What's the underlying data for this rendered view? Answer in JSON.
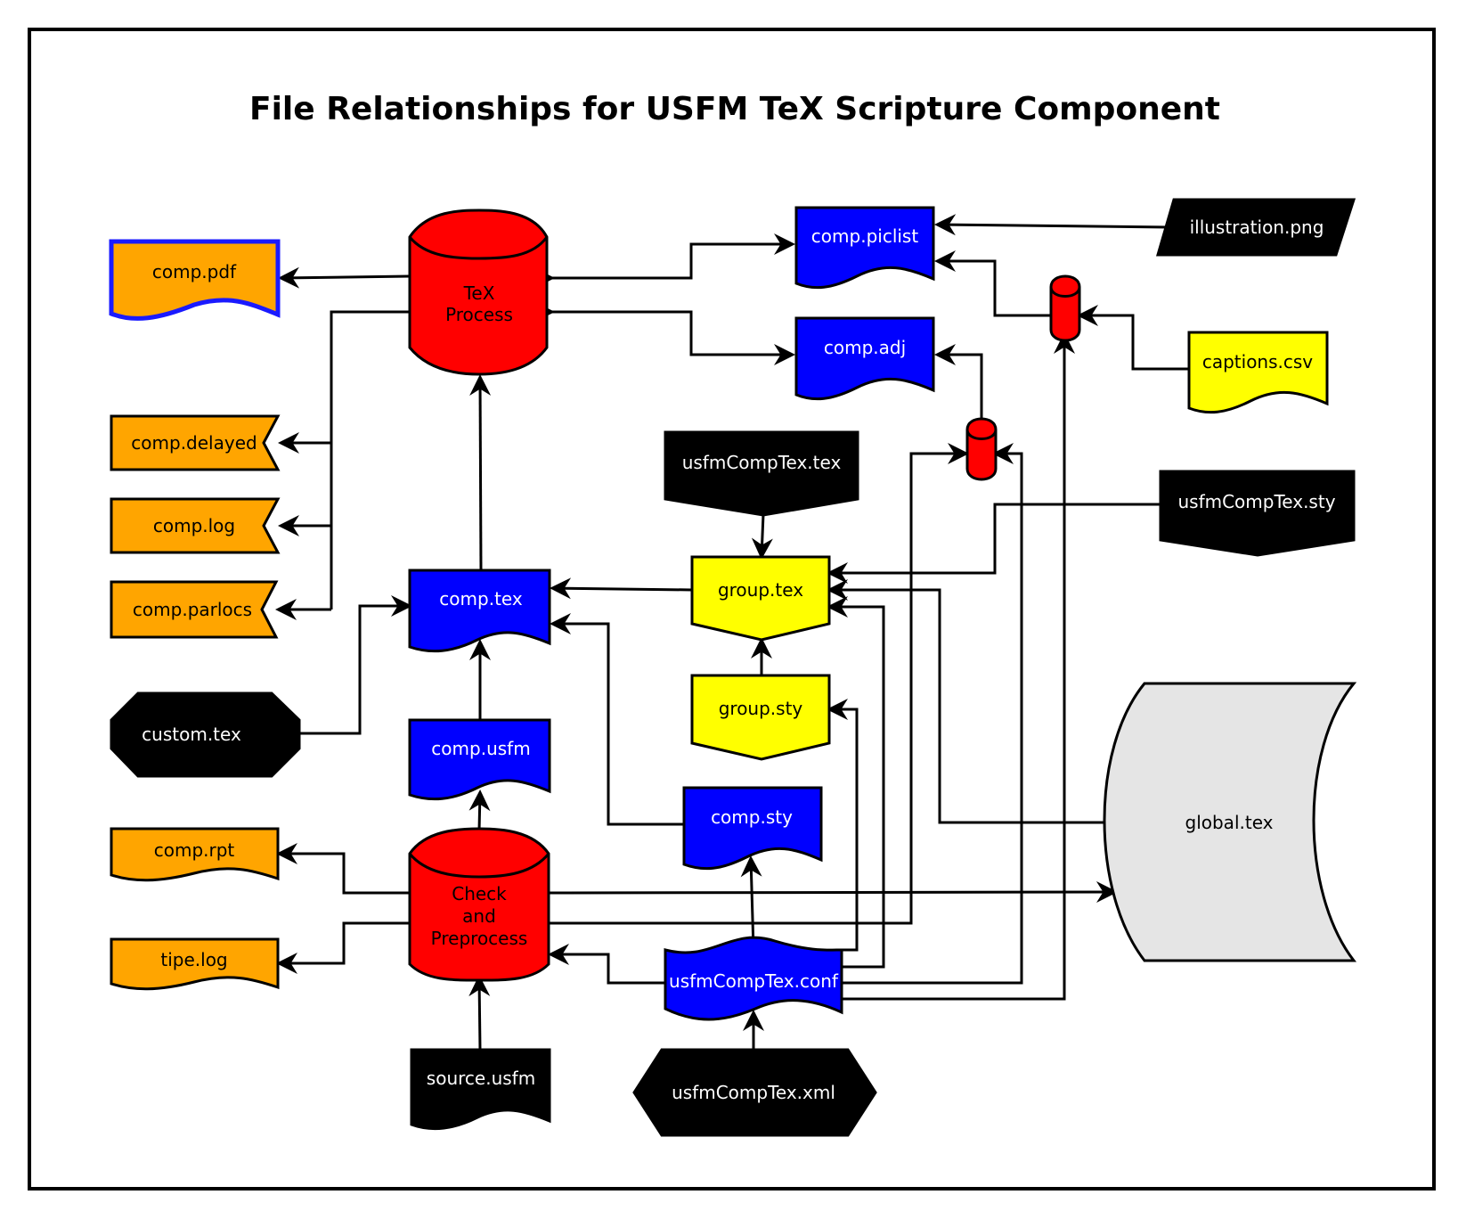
{
  "title": "File Relationships for USFM TeX Scripture Component",
  "colors": {
    "output": "#ffa500",
    "process": "#ff0000",
    "intermediate": "#0000ff",
    "group": "#ffff00",
    "external": "#000000",
    "global": "#e5e5e5",
    "pdf_border": "#1a1aff"
  },
  "nodes": {
    "comp_pdf": "comp.pdf",
    "tex_process": [
      "TeX",
      "Process"
    ],
    "comp_piclist": "comp.piclist",
    "illustration_png": "illustration.png",
    "comp_adj": "comp.adj",
    "captions_csv": "captions.csv",
    "comp_delayed": "comp.delayed",
    "comp_log": "comp.log",
    "comp_parlocs": "comp.parlocs",
    "usfmcomptex_tex": "usfmCompTex.tex",
    "usfmcomptex_sty": "usfmCompTex.sty",
    "group_tex": "group.tex",
    "comp_tex": "comp.tex",
    "group_sty": "group.sty",
    "custom_tex": "custom.tex",
    "comp_usfm": "comp.usfm",
    "global_tex": "global.tex",
    "comp_sty": "comp.sty",
    "comp_rpt": "comp.rpt",
    "check_preprocess": [
      "Check",
      "and",
      "Preprocess"
    ],
    "tipe_log": "tipe.log",
    "usfmcomptex_conf": "usfmCompTex.conf",
    "source_usfm": "source.usfm",
    "usfmcomptex_xml": "usfmCompTex.xml"
  }
}
